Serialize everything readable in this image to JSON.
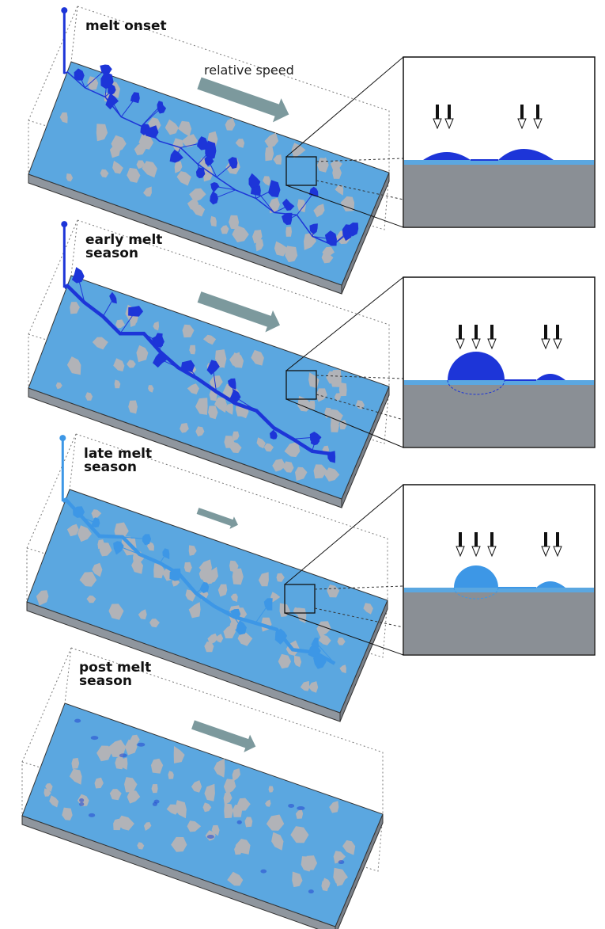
{
  "panels": [
    {
      "label_lines": [
        "melt onset"
      ],
      "arrow_strength": 1.0,
      "network": "dark",
      "inset": "onset"
    },
    {
      "label_lines": [
        "early melt",
        "season"
      ],
      "arrow_strength": 0.9,
      "network": "dark-main",
      "inset": "early"
    },
    {
      "label_lines": [
        "late melt",
        "season"
      ],
      "arrow_strength": 0.45,
      "network": "light-main",
      "inset": "late"
    },
    {
      "label_lines": [
        "post melt",
        "season"
      ],
      "arrow_strength": 0.7,
      "network": "none",
      "inset": "none"
    }
  ],
  "speed_label": "relative speed",
  "colors": {
    "surface": "#5ba7e0",
    "side": "#8f969e",
    "rock": "#b1b3b8",
    "lake_dark": "#1d35d8",
    "lake_light": "#3d97e6",
    "arrow": "#7c999d",
    "inset_bed": "#8a8f95",
    "inset_water": "#5ba7e0"
  }
}
